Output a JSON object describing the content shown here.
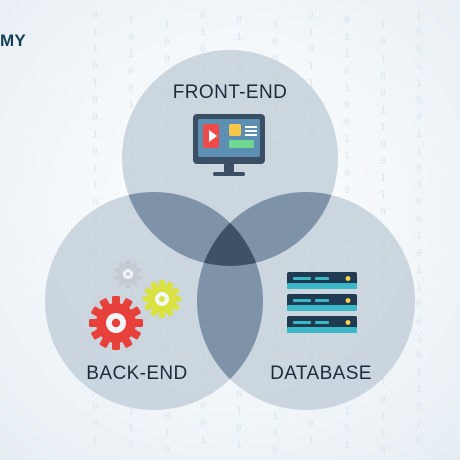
{
  "brand_fragment": "MY",
  "background_digits": [
    "0",
    "1",
    "1",
    "0",
    "1",
    "0",
    "0",
    "1",
    "0",
    "1",
    "1",
    "0",
    "0",
    "1",
    "0",
    "1",
    "1",
    "0",
    "1",
    "0",
    "0",
    "1",
    "1",
    "0"
  ],
  "diagram": {
    "sets": [
      {
        "key": "frontend",
        "label": "FRONT-END",
        "icon": "computer-monitor-icon"
      },
      {
        "key": "backend",
        "label": "BACK-END",
        "icon": "gears-icon"
      },
      {
        "key": "database",
        "label": "DATABASE",
        "icon": "server-rack-icon"
      }
    ],
    "colors": {
      "circle_fill": "#c7d1dc",
      "overlap_pair": "#7f93a8",
      "overlap_center": "#3e5167",
      "text": "#1c2b38",
      "brand_text": "#123e57",
      "monitor_bezel": "#3a4f63",
      "monitor_screen": "#5d8fb2",
      "screen_red": "#ef4a4a",
      "screen_yellow": "#f5c84a",
      "screen_green": "#6fd98f",
      "gear_red": "#e8413c",
      "gear_yellow": "#d9e23e",
      "gear_grey": "#c5cbd2",
      "server_dark": "#203a52",
      "server_light": "#3ab8c8",
      "server_led": "#ffd54a"
    }
  }
}
